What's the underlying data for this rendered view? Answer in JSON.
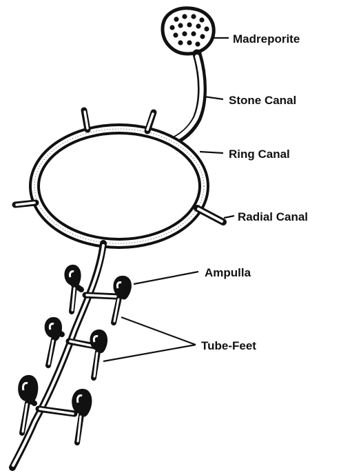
{
  "labels": {
    "madreporite": "Madreporite",
    "stone_canal": "Stone Canal",
    "ring_canal": "Ring Canal",
    "radial_canal": "Radial Canal",
    "ampulla": "Ampulla",
    "tube_feet": "Tube-Feet"
  },
  "colors": {
    "ink": "#111111",
    "paper": "#ffffff"
  }
}
